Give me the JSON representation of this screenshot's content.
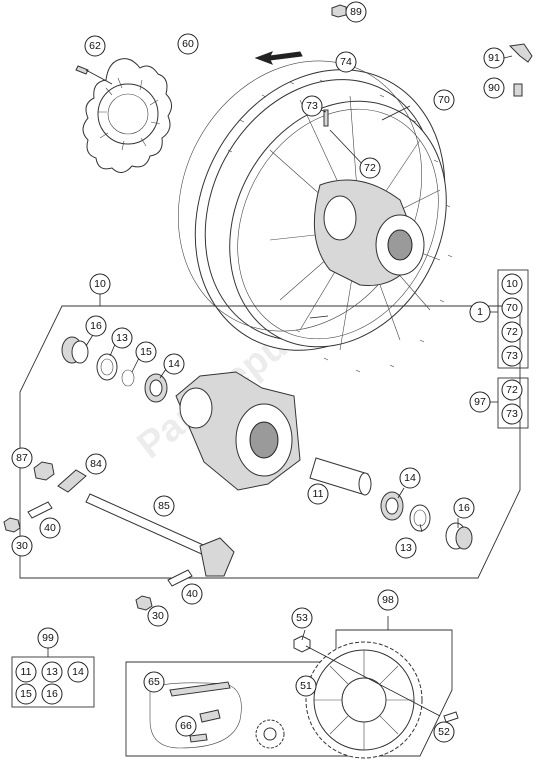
{
  "watermark": "Partsrepublik",
  "callouts": [
    "89",
    "62",
    "60",
    "74",
    "91",
    "90",
    "73",
    "70",
    "72",
    "10",
    "1",
    "70",
    "72",
    "73",
    "16",
    "13",
    "15",
    "14",
    "97",
    "72",
    "73",
    "87",
    "84",
    "11",
    "14",
    "85",
    "40",
    "30",
    "16",
    "13",
    "40",
    "30",
    "53",
    "98",
    "99",
    "11",
    "13",
    "14",
    "15",
    "16",
    "65",
    "51",
    "66",
    "52",
    "10"
  ],
  "groups": {
    "kit_1": [
      "10",
      "70",
      "72",
      "73"
    ],
    "kit_97": [
      "72",
      "73"
    ],
    "kit_99": [
      "11",
      "13",
      "14",
      "15",
      "16"
    ]
  }
}
